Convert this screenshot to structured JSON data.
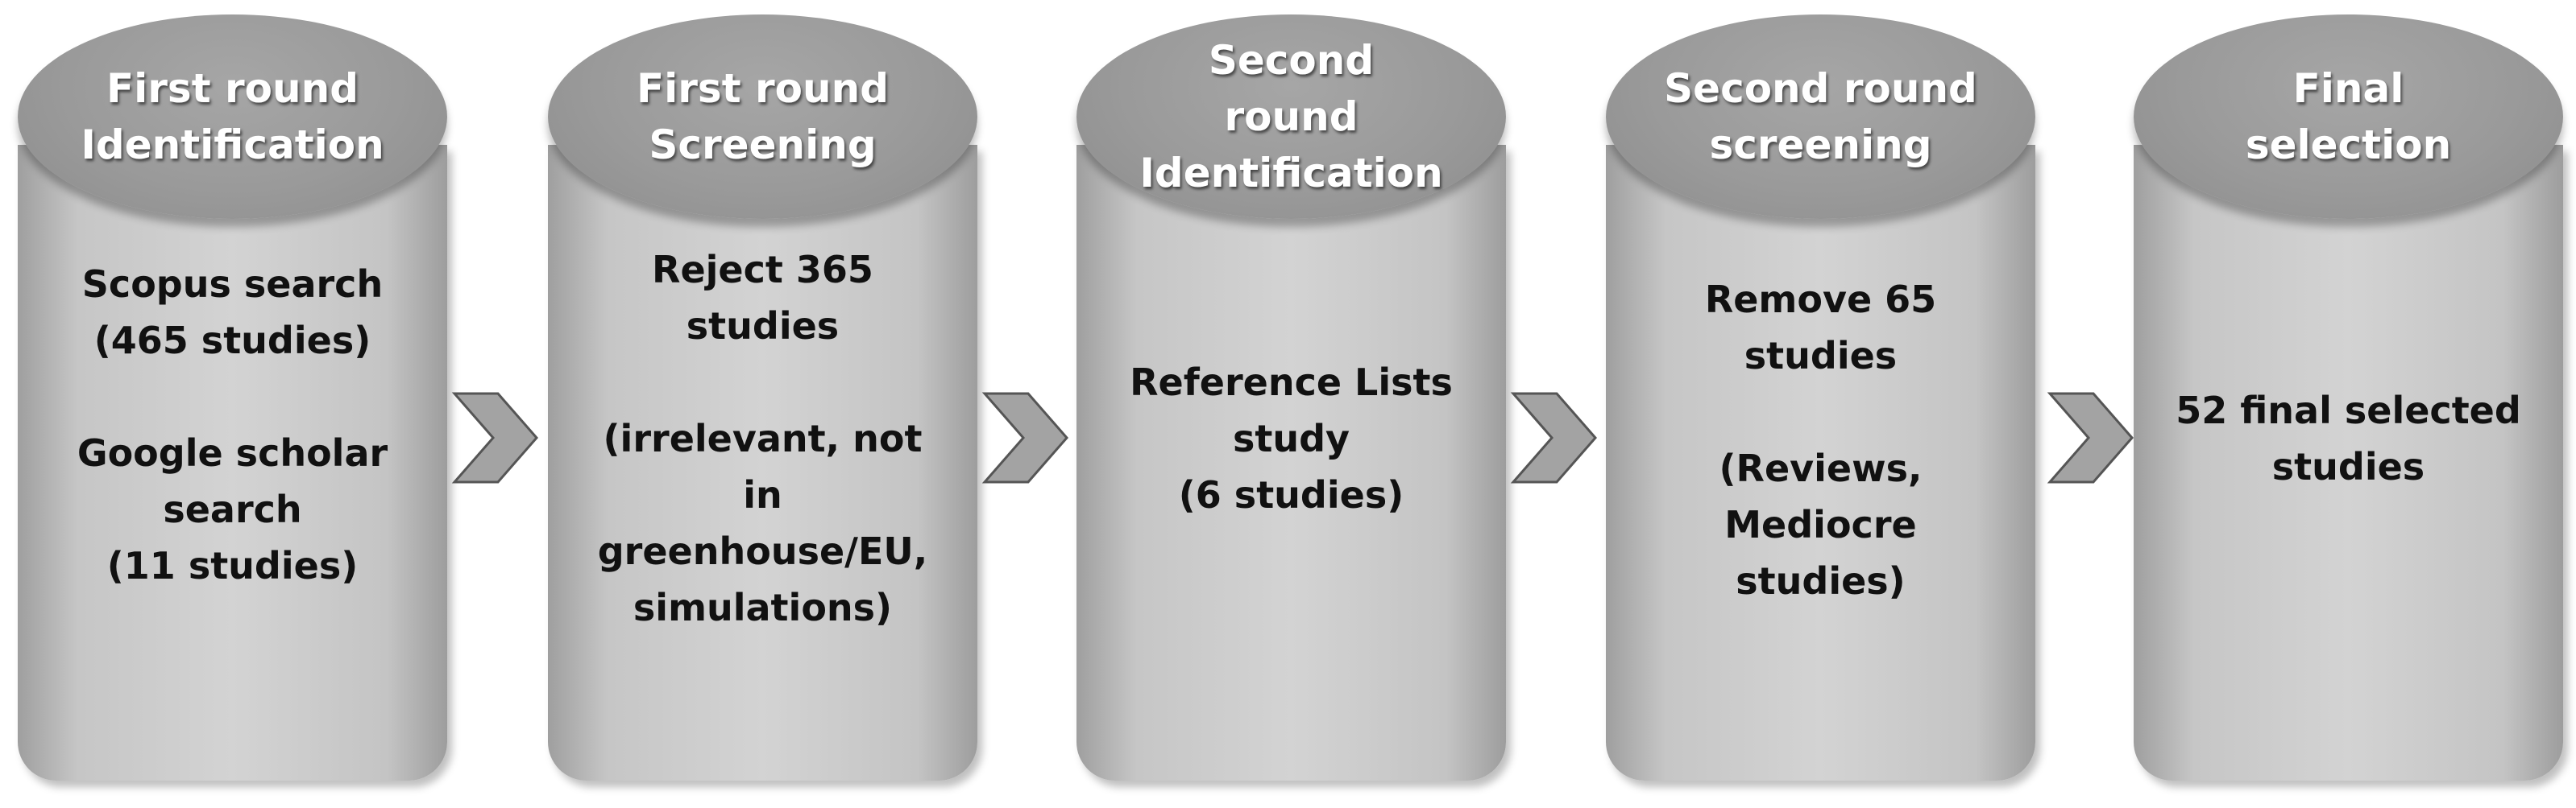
{
  "stages": [
    {
      "title": "First round\nIdentification",
      "body": "Scopus search\n(465 studies)\n\nGoogle scholar\nsearch\n(11 studies)"
    },
    {
      "title": "First round\nScreening",
      "body": "Reject 365\nstudies\n\n(irrelevant, not\nin\ngreenhouse/EU,\nsimulations)"
    },
    {
      "title": "Second\nround\nIdentification",
      "body": "Reference Lists\nstudy\n(6 studies)"
    },
    {
      "title": "Second round\nscreening",
      "body": "Remove 65\nstudies\n\n(Reviews,\nMediocre\nstudies)"
    },
    {
      "title": "Final\nselection",
      "body": "52 final selected\nstudies"
    }
  ],
  "colors": {
    "cylinder_body": "#c8c8c8",
    "cylinder_top": "#9a9a9a",
    "title_text": "#ffffff",
    "body_text": "#111111",
    "arrow_fill": "#a3a3a3",
    "arrow_stroke": "#555555"
  },
  "icons": {
    "connector": "chevron-right-icon"
  }
}
